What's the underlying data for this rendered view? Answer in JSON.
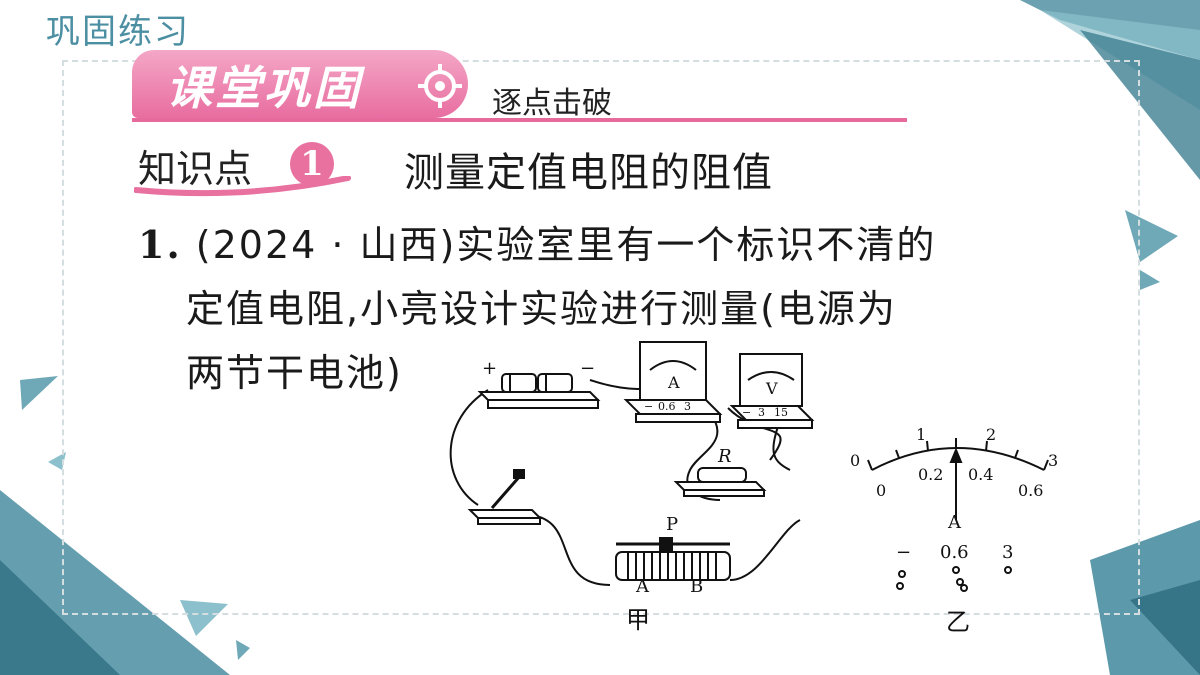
{
  "header": {
    "corner_title": "巩固练习",
    "banner_main": "课堂巩固",
    "banner_sub": "逐点击破"
  },
  "knowledge_point": {
    "label": "知识点",
    "number": "1",
    "title": "测量定值电阻的阻值"
  },
  "question": {
    "number": "1.",
    "line1": "(2024 · 山西)实验室里有一个标识不清的",
    "line2": "定值电阻,小亮设计实验进行测量(电源为",
    "line3": "两节干电池)"
  },
  "figure_a": {
    "caption": "甲",
    "battery_plus": "+",
    "battery_minus": "−",
    "ammeter_letter": "A",
    "ammeter_terminals": [
      "−",
      "0.6",
      "3"
    ],
    "voltmeter_letter": "V",
    "voltmeter_terminals": [
      "−",
      "3",
      "15"
    ],
    "resistor_label": "R",
    "rheostat_p": "P",
    "rheostat_a": "A",
    "rheostat_b": "B"
  },
  "figure_b": {
    "caption": "乙",
    "top_scale": [
      "0",
      "1",
      "2",
      "3"
    ],
    "bottom_scale": [
      "0",
      "0.2",
      "0.4",
      "0.6"
    ],
    "meter_letter": "A",
    "terminals": [
      "−",
      "0.6",
      "3"
    ]
  },
  "colors": {
    "accent_pink": "#e86da0",
    "accent_teal": "#4c8fa3"
  }
}
